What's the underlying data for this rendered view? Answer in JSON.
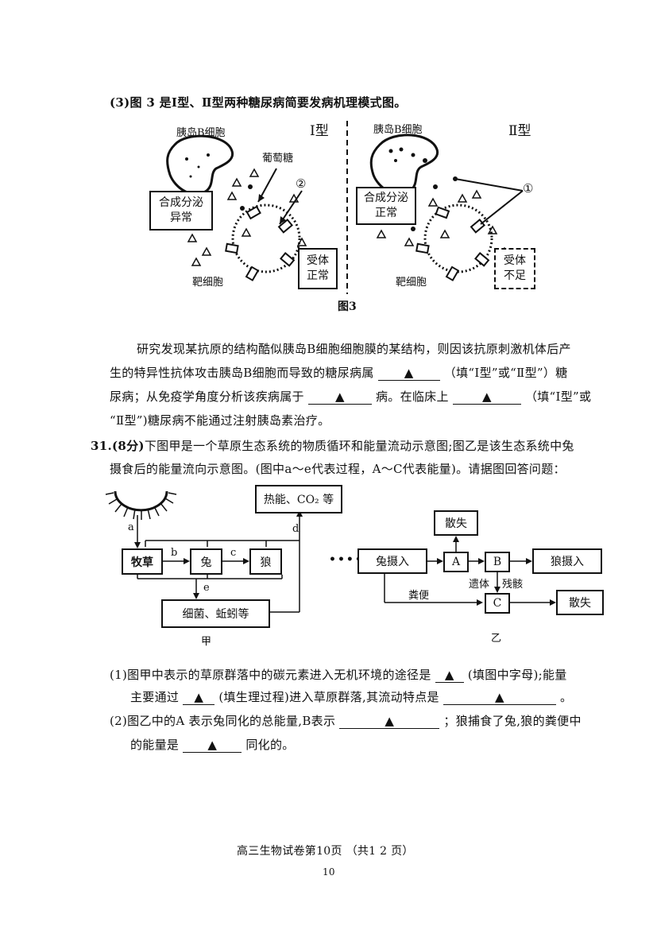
{
  "q30_part3": {
    "intro": "(3)图 3 是Ⅰ型、Ⅱ型两种糖尿病简要发病机理模式图。",
    "fig": {
      "caption": "图3",
      "type1": {
        "title": "Ⅰ型",
        "beta_cell": "胰岛B细胞",
        "glucose": "葡萄糖",
        "circle_mark": "②",
        "secretion_line1": "合成分泌",
        "secretion_line2": "异常",
        "target": "靶细胞",
        "receptor_line1": "受体",
        "receptor_line2": "正常"
      },
      "type2": {
        "title": "Ⅱ型",
        "beta_cell": "胰岛B细胞",
        "circle_mark": "①",
        "secretion_line1": "合成分泌",
        "secretion_line2": "正常",
        "target": "靶细胞",
        "receptor_line1": "受体",
        "receptor_line2": "不足"
      }
    },
    "para_line1": "研究发现某抗原的结构酷似胰岛B细胞细胞膜的某结构，则因该抗原刺激机体后产",
    "para_line2_a": "生的特异性抗体攻击胰岛B细胞而导致的糖尿病属",
    "para_line2_b": "（填“Ⅰ型”或“Ⅱ型”）糖",
    "para_line3_a": "尿病；从免疫学角度分析该疾病属于",
    "para_line3_b": "病。在临床上",
    "para_line3_c": "（填“Ⅰ型”或",
    "para_line4": "“Ⅱ型”)糖尿病不能通过注射胰岛素治疗。",
    "blank_mark": "▲"
  },
  "q31": {
    "number": "31.",
    "points": "(8分)",
    "stem_line1": "下图甲是一个草原生态系统的物质循环和能量流动示意图;图乙是该生态系统中兔",
    "stem_line2": "摄食后的能量流向示意图。(图中a～e代表过程，A～C代表能量)。请据图回答问题：",
    "fig_jia": {
      "label": "甲",
      "heat_box": "热能、CO₂ 等",
      "grass": "牧草",
      "rabbit": "兔",
      "wolf": "狼",
      "decomposer": "细菌、蚯蚓等",
      "a": "a",
      "b": "b",
      "c": "c",
      "d": "d",
      "e": "e"
    },
    "fig_yi": {
      "label": "乙",
      "dots": "••••",
      "rabbit_intake": "兔摄入",
      "A": "A",
      "B": "B",
      "C": "C",
      "lost_top": "散失",
      "lost_bottom": "散失",
      "wolf_intake": "狼摄入",
      "remains": "遗体",
      "debris": "残骸",
      "feces": "粪便"
    },
    "sub1_line1_a": "(1)图甲中表示的草原群落中的碳元素进入无机环境的途径是",
    "sub1_line1_b": "(填图中字母);能量",
    "sub1_line2_a": "主要通过",
    "sub1_line2_b": "(填生理过程)进入草原群落,其流动特点是",
    "sub1_line2_c": "。",
    "sub2_line1_a": "(2)图乙中的A 表示兔同化的总能量,B表示",
    "sub2_line1_b": "；狼捕食了兔,狼的粪便中",
    "sub2_line2_a": "的能量是",
    "sub2_line2_b": "同化的。"
  },
  "footer": {
    "text": "高三生物试卷第10页 （共1 2 页）",
    "page_no": "10"
  }
}
